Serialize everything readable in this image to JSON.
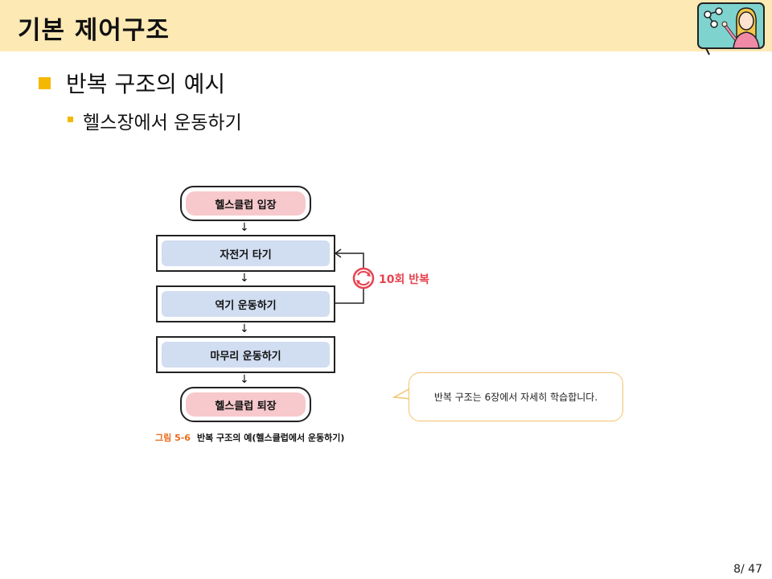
{
  "header": {
    "title": "기본 제어구조"
  },
  "content": {
    "bullet_main": "반복 구조의 예시",
    "bullet_sub": "헬스장에서 운동하기"
  },
  "flowchart": {
    "start": "헬스클럽 입장",
    "steps": [
      "자전거 타기",
      "역기 운동하기",
      "마무리 운동하기"
    ],
    "end": "헬스클럽 퇴장",
    "loop_label": "10회 반복",
    "arrow_glyph": "↓"
  },
  "caption": {
    "number": "그림 5-6",
    "text": "반복 구조의 예(헬스클럽에서 운동하기)"
  },
  "callout": {
    "text": "반복 구조는 6장에서 자세히 학습합니다."
  },
  "footer": {
    "page": "8/ 47"
  },
  "colors": {
    "header_bg": "#fde9b4",
    "bullet": "#f5b800",
    "terminal_fill": "#f7c9cc",
    "process_fill": "#d1ddf0",
    "loop_label": "#e8424f",
    "caption_number": "#e96a1b",
    "callout_border": "#f3c36b"
  }
}
